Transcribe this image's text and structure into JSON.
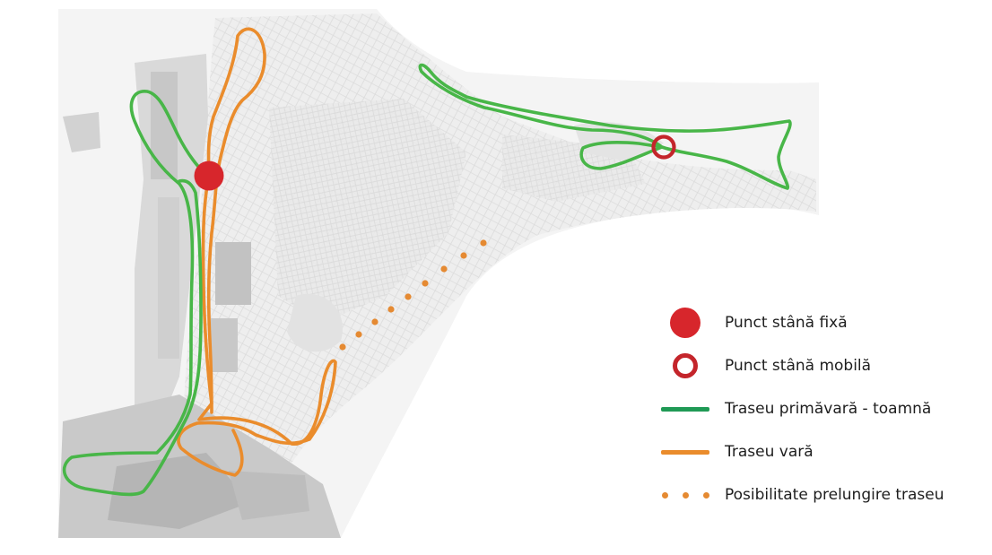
{
  "colors": {
    "fixed_point": "#d7262c",
    "mobile_point": "#c4252b",
    "route_spring_autumn": "#48b648",
    "route_spring_autumn_legend": "#1f9a55",
    "route_summer": "#ea8c2c",
    "route_extension": "#e58a32",
    "land": "#f1f1f1",
    "harbour": "#b8b8b8",
    "sea": "#ffffff"
  },
  "legend": {
    "fixed_point": {
      "label": "Punct stână fixă",
      "icon": "filled-circle-icon"
    },
    "mobile_point": {
      "label": "Punct stână mobilă",
      "icon": "ring-circle-icon"
    },
    "route_spring_autumn": {
      "label": "Traseu primăvară - toamnă",
      "icon": "line-icon"
    },
    "route_summer": {
      "label": "Traseu vară",
      "icon": "line-icon"
    },
    "route_extension": {
      "label": "Posibilitate prelungire traseu",
      "icon": "dotted-line-icon"
    }
  }
}
